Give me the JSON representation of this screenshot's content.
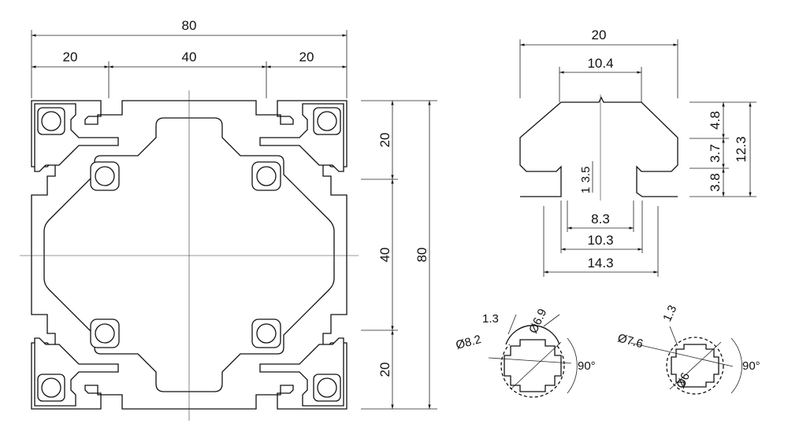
{
  "main_profile": {
    "overall_width": "80",
    "segment_left": "20",
    "segment_mid": "40",
    "segment_right": "20",
    "height_top": "20",
    "height_mid": "40",
    "height_bottom": "20",
    "overall_height": "80"
  },
  "slot_detail": {
    "outer_width": "20",
    "opening_width": "10.4",
    "dim_48": "4.8",
    "dim_37": "3.7",
    "dim_38": "3.8",
    "dim_123": "12.3",
    "dim_35": "3.5",
    "dim_1": "1",
    "width_83": "8.3",
    "width_103": "10.3",
    "width_143": "14.3"
  },
  "hole_left": {
    "diameter_outer": "Ø8.2",
    "diameter_inner": "Ø6.9",
    "rib": "1.3",
    "angle": "90°"
  },
  "hole_right": {
    "diameter_outer": "Ø7.6",
    "diameter_inner": "Ø6",
    "rib": "1.3",
    "angle": "90°"
  }
}
